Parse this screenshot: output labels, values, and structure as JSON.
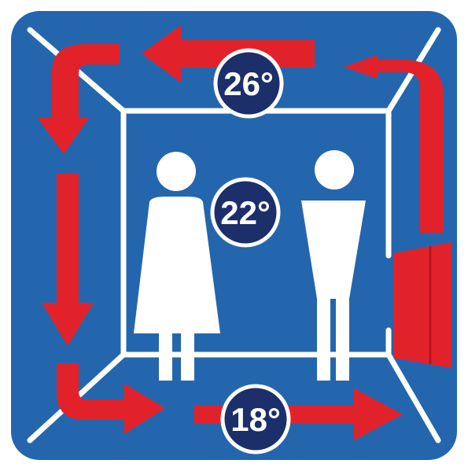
{
  "colors": {
    "background": "#2466ad",
    "frame_lines": "#ffffff",
    "airflow_arrow": "#e2222b",
    "temperature_badge": "#1c2f6b",
    "badge_border": "#ffffff",
    "person_figure": "#ffffff",
    "radiator": "#e2222b"
  },
  "icons": {
    "female": "woman-figure-icon",
    "male": "man-figure-icon",
    "heater": "radiator-icon",
    "airflow": "airflow-arrow-icon"
  },
  "temperatures": {
    "ceiling": "26°",
    "head_level": "22°",
    "floor": "18°"
  }
}
